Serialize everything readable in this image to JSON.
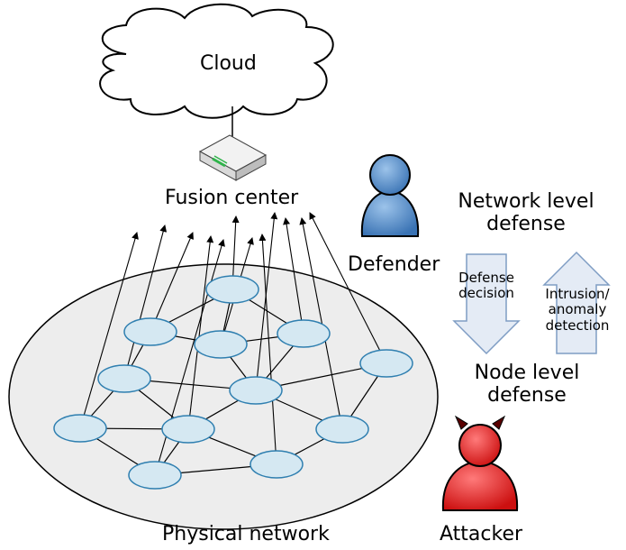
{
  "labels": {
    "cloud": "Cloud",
    "fusion_center": "Fusion center",
    "defender": "Defender",
    "network_level_defense": [
      "Network level",
      "defense"
    ],
    "defense_decision": [
      "Defense",
      "decision"
    ],
    "intrusion_detection": [
      "Intrusion/",
      "anomaly",
      "detection"
    ],
    "node_level_defense": [
      "Node level",
      "defense"
    ],
    "attacker": "Attacker",
    "physical_network": "Physical network"
  },
  "colors": {
    "node_fill": "#d5e8f2",
    "node_stroke": "#2f7fb0",
    "plane_fill": "#ededed",
    "defender_blue": "#4a86c5",
    "attacker_red": "#e02020",
    "arrow_fill": "#e4ebf5",
    "arrow_stroke": "#7f9dc4"
  },
  "icons": [
    "cloud-icon",
    "router-icon",
    "defender-person-icon",
    "attacker-devil-icon"
  ]
}
